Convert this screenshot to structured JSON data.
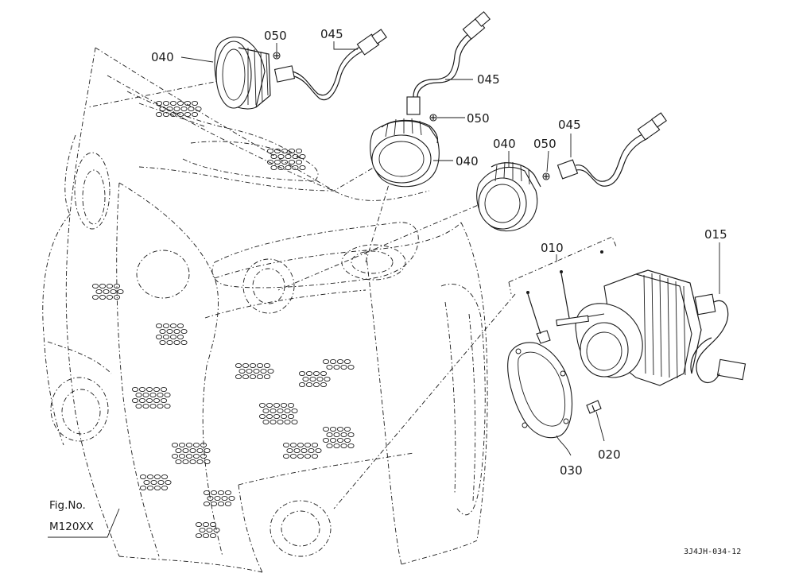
{
  "callouts": {
    "c040_a": "040",
    "c050_a": "050",
    "c045_a": "045",
    "c045_b": "045",
    "c050_b": "050",
    "c040_b": "040",
    "c040_c": "040",
    "c050_c": "050",
    "c045_c": "045",
    "c010": "010",
    "c015": "015",
    "c030": "030",
    "c020": "020"
  },
  "figure": {
    "label": "Fig.No.",
    "number": "M120XX"
  },
  "drawing_code": "3J4JH-034-12"
}
